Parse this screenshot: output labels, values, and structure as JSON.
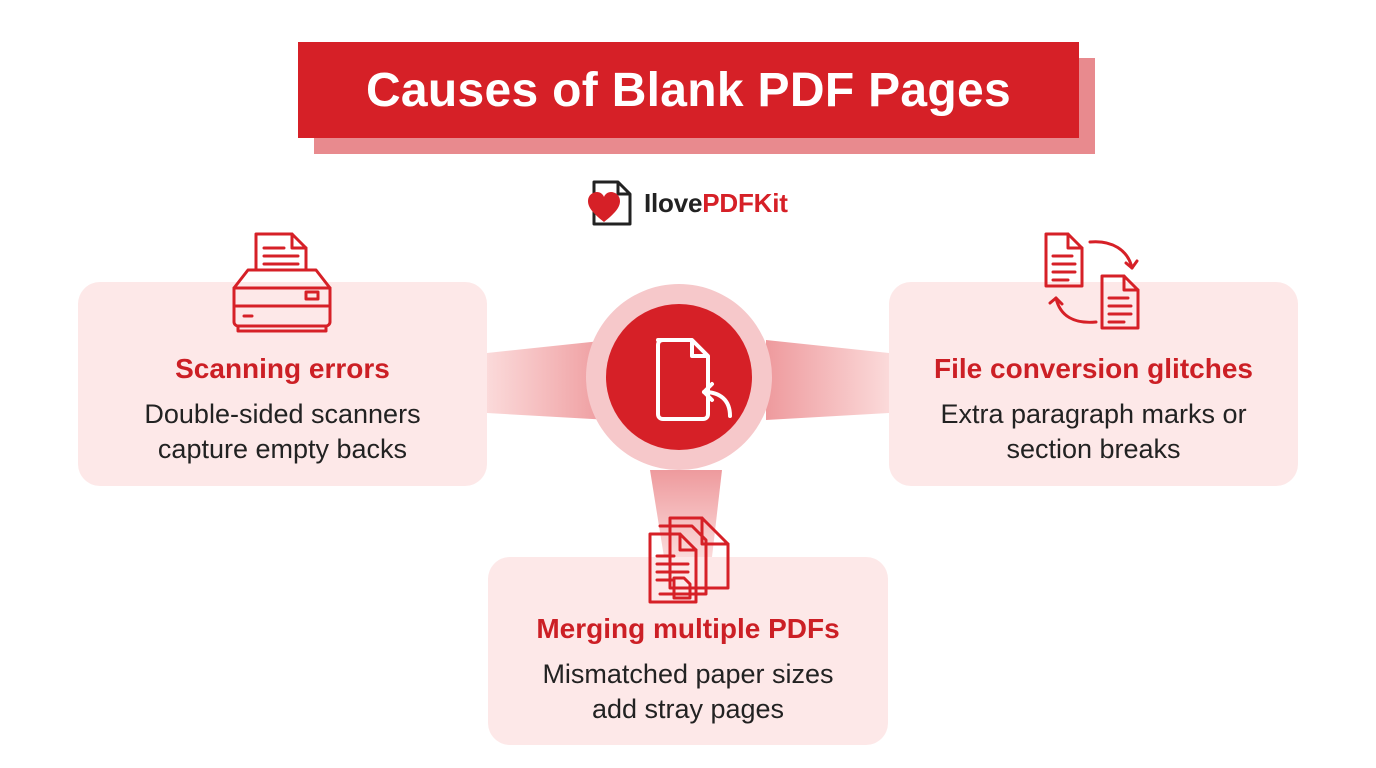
{
  "title": "Causes of Blank PDF Pages",
  "logo": {
    "text_plain": "Ilove",
    "text_accent": "PDFKit"
  },
  "colors": {
    "accent": "#d62027",
    "card_bg": "#fde8e8",
    "hub_ring": "#f6c8ca"
  },
  "center": {
    "icon": "document-return-icon"
  },
  "causes": [
    {
      "title": "Scanning errors",
      "description_lines": [
        "Double-sided scanners",
        "capture empty backs"
      ],
      "icon": "scanner-icon"
    },
    {
      "title": "File conversion glitches",
      "description_lines": [
        "Extra paragraph marks or",
        "section breaks"
      ],
      "icon": "document-convert-icon"
    },
    {
      "title": "Merging multiple PDFs",
      "description_lines": [
        "Mismatched paper sizes",
        "add stray pages"
      ],
      "icon": "documents-merge-icon"
    }
  ]
}
